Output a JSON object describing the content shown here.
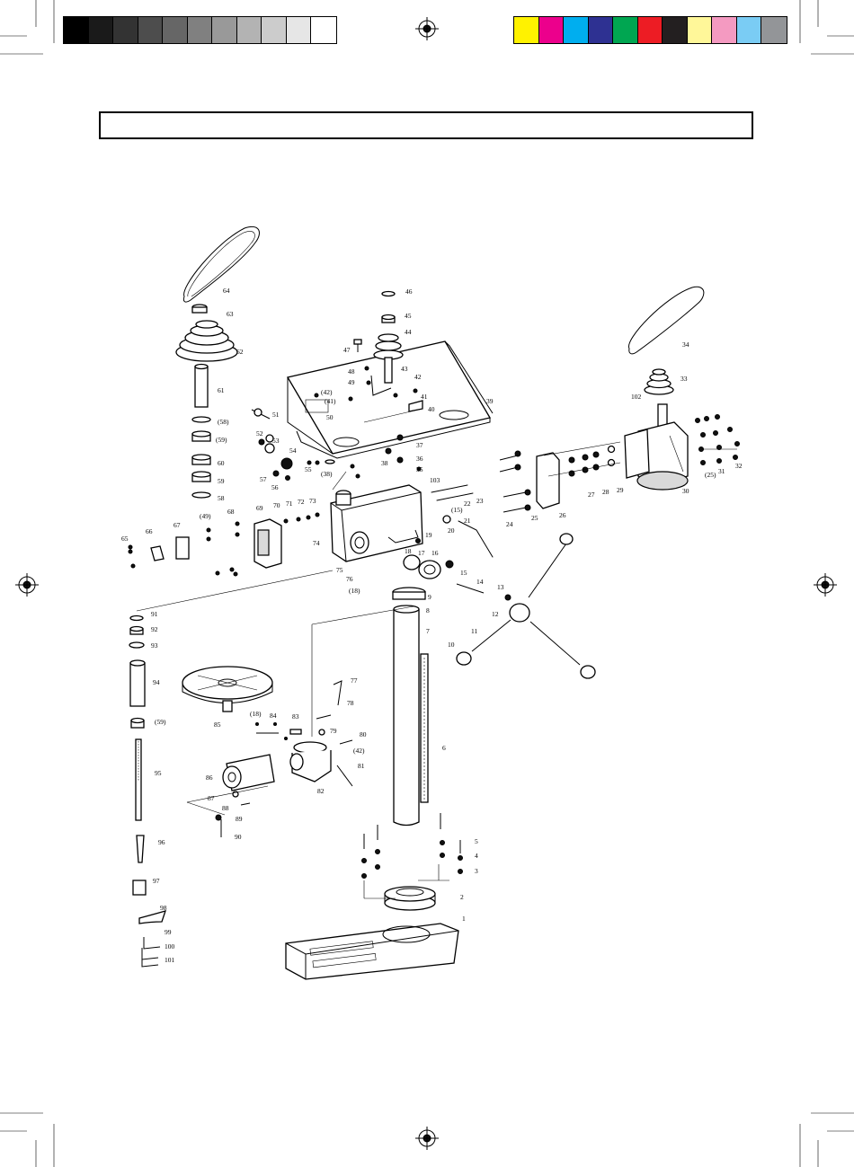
{
  "page": {
    "title_box_text": ""
  },
  "color_bars": {
    "gray": [
      "#000000",
      "#1a1a1a",
      "#333333",
      "#4d4d4d",
      "#666666",
      "#808080",
      "#999999",
      "#b3b3b3",
      "#cccccc",
      "#e6e6e6",
      "#ffffff"
    ],
    "process": [
      "#fff200",
      "#ec008c",
      "#00aeef",
      "#2e3192",
      "#00a651",
      "#ed1c24",
      "#231f20",
      "#fff799",
      "#f49ac1",
      "#7accf4",
      "#939598"
    ]
  },
  "diagram": {
    "labels": {
      "l1": "1",
      "l2": "2",
      "l3": "3",
      "l4": "4",
      "l5": "5",
      "l6": "6",
      "l7": "7",
      "l8": "8",
      "l9": "9",
      "l10": "10",
      "l11": "11",
      "l12": "12",
      "l13": "13",
      "l14": "14",
      "l15": "15",
      "l15b": "(15)",
      "l16": "16",
      "l17": "17",
      "l18": "18",
      "l18b": "(18)",
      "l18c": "(18)",
      "l19": "19",
      "l20": "20",
      "l21": "21",
      "l22": "22",
      "l23": "23",
      "l24": "24",
      "l25": "25",
      "l25b": "(25)",
      "l26": "26",
      "l27": "27",
      "l28": "28",
      "l29": "29",
      "l30": "30",
      "l31": "31",
      "l32": "32",
      "l33": "33",
      "l34": "34",
      "l35": "35",
      "l36": "36",
      "l37": "37",
      "l38": "38",
      "l38b": "(38)",
      "l39": "39",
      "l40": "40",
      "l41": "41",
      "l41b": "(41)",
      "l42": "42",
      "l42b": "(42)",
      "l42c": "(42)",
      "l43": "43",
      "l44": "44",
      "l45": "45",
      "l46": "46",
      "l47": "47",
      "l48": "48",
      "l49": "49",
      "l49b": "(49)",
      "l50": "50",
      "l51": "51",
      "l52": "52",
      "l53": "53",
      "l54": "54",
      "l55": "55",
      "l56": "56",
      "l57": "57",
      "l58": "58",
      "l58b": "(58)",
      "l59": "59",
      "l59b": "(59)",
      "l59c": "(59)",
      "l60": "60",
      "l61": "61",
      "l62": "62",
      "l63": "63",
      "l64": "64",
      "l65": "65",
      "l66": "66",
      "l67": "67",
      "l68": "68",
      "l69": "69",
      "l70": "70",
      "l71": "71",
      "l72": "72",
      "l73": "73",
      "l74": "74",
      "l75": "75",
      "l76": "76",
      "l77": "77",
      "l78": "78",
      "l79": "79",
      "l80": "80",
      "l81": "81",
      "l82": "82",
      "l83": "83",
      "l84": "84",
      "l85": "85",
      "l86": "86",
      "l87": "87",
      "l88": "88",
      "l89": "89",
      "l90": "90",
      "l91": "91",
      "l92": "92",
      "l93": "93",
      "l94": "94",
      "l95": "95",
      "l96": "96",
      "l97": "97",
      "l98": "98",
      "l99": "99",
      "l100": "100",
      "l101": "101",
      "l102": "102",
      "l103": "103"
    }
  }
}
